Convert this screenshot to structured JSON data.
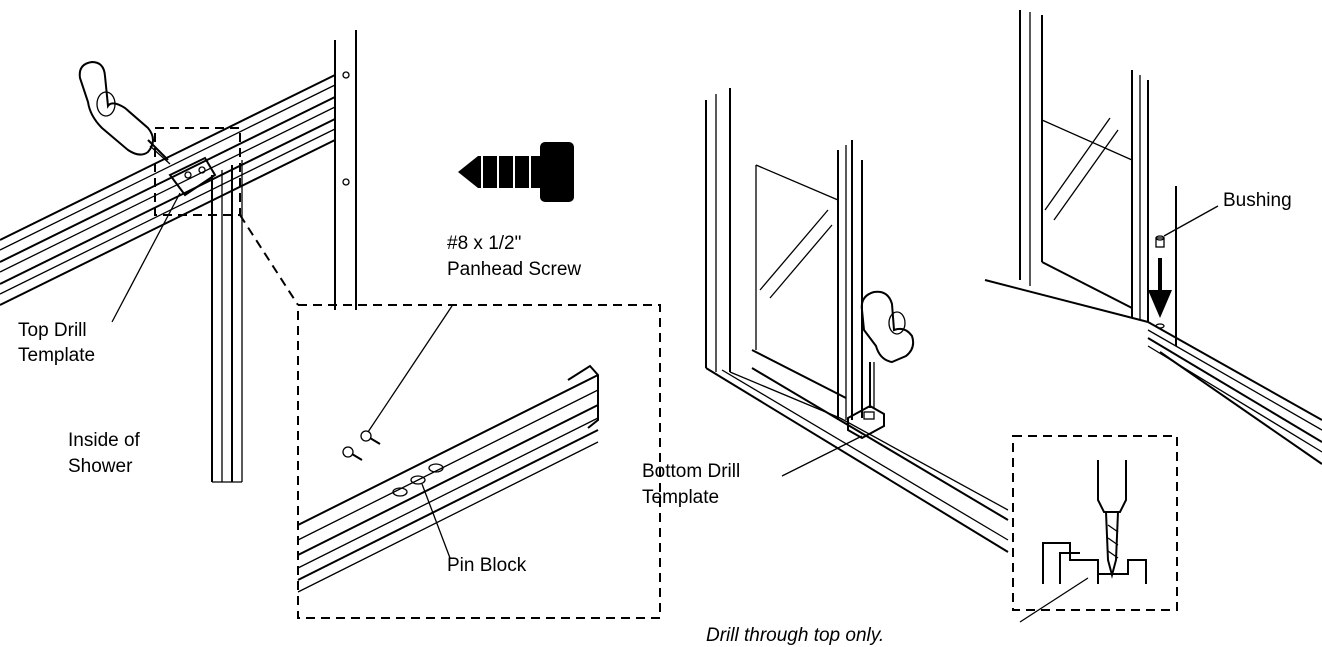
{
  "labels": {
    "top_drill_template": [
      "Top Drill",
      "Template"
    ],
    "inside_of_shower": [
      "Inside of",
      "Shower"
    ],
    "screw": [
      "#8 x 1/2\"",
      "Panhead Screw"
    ],
    "pin_block": "Pin Block",
    "bushing": "Bushing",
    "bottom_drill_template": [
      "Bottom Drill",
      "Template"
    ],
    "drill_note": "Drill through top only."
  },
  "colors": {
    "ink": "#000000",
    "paper": "#ffffff"
  }
}
